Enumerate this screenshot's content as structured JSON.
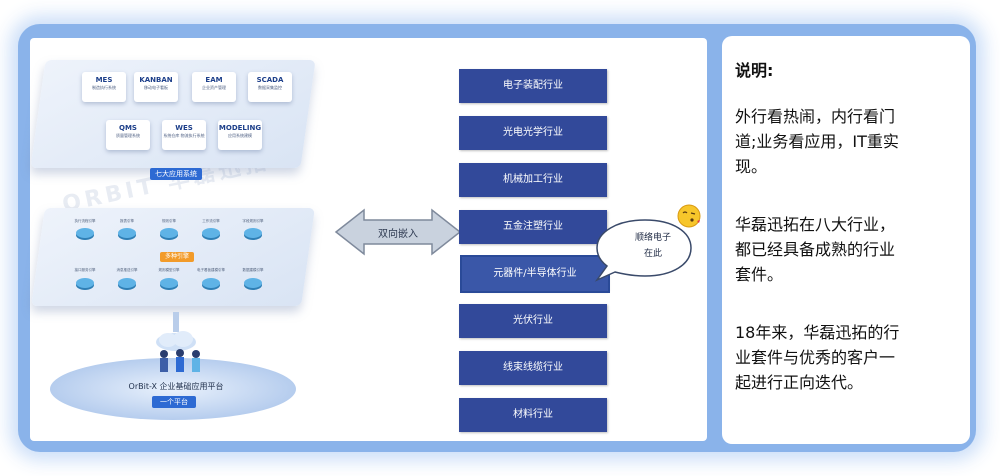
{
  "platform": {
    "top_modules": [
      {
        "title": "MES",
        "sub": "制造执行系统"
      },
      {
        "title": "KANBAN",
        "sub": "移动电子看板"
      },
      {
        "title": "EAM",
        "sub": "企业资产管理"
      },
      {
        "title": "SCADA",
        "sub": "数据采集监控"
      },
      {
        "title": "QMS",
        "sub": "质量管理系统"
      },
      {
        "title": "WES",
        "sub": "系统仓库 物流执行系统"
      },
      {
        "title": "MODELING",
        "sub": "应用系统建模"
      }
    ],
    "systems_label": "七大应用系统",
    "engines_label": "多种引擎",
    "engine_items": [
      "执行流程引擎",
      "报表引擎",
      "规则引擎",
      "工作流引擎",
      "字段规则引擎",
      "接口服务引擎",
      "消息推送引擎",
      "规则模型引擎",
      "电子看板建模引擎",
      "数据建模引擎"
    ],
    "foundation_label": "OrBit-X 企业基础应用平台",
    "foundation_tag": "一个平台",
    "watermark": "ORBIT 华磊迅拓"
  },
  "arrow": {
    "label": "双向嵌入"
  },
  "industries": [
    "电子装配行业",
    "光电光学行业",
    "机械加工行业",
    "五金注塑行业",
    "元器件/半导体行业",
    "光伏行业",
    "线束线缆行业",
    "材料行业"
  ],
  "bubble": {
    "line1": "顺络电子",
    "line2": "在此"
  },
  "explanation": {
    "title": "说明:",
    "p1_lines": [
      "外行看热闹，内行看门",
      "道;业务看应用，IT重实",
      "现。"
    ],
    "p2_lines": [
      "华磊迅拓在八大行业，",
      "都已经具备成熟的行业",
      "套件。"
    ],
    "p3_lines": [
      "18年来，华磊迅拓的行",
      "业套件与优秀的客户一",
      "起进行正向迭代。"
    ]
  },
  "colors": {
    "frame": "#8ab3ea",
    "industry_box": "#32499a",
    "accent_blue": "#2d6ad3",
    "accent_orange": "#f29b2a"
  }
}
